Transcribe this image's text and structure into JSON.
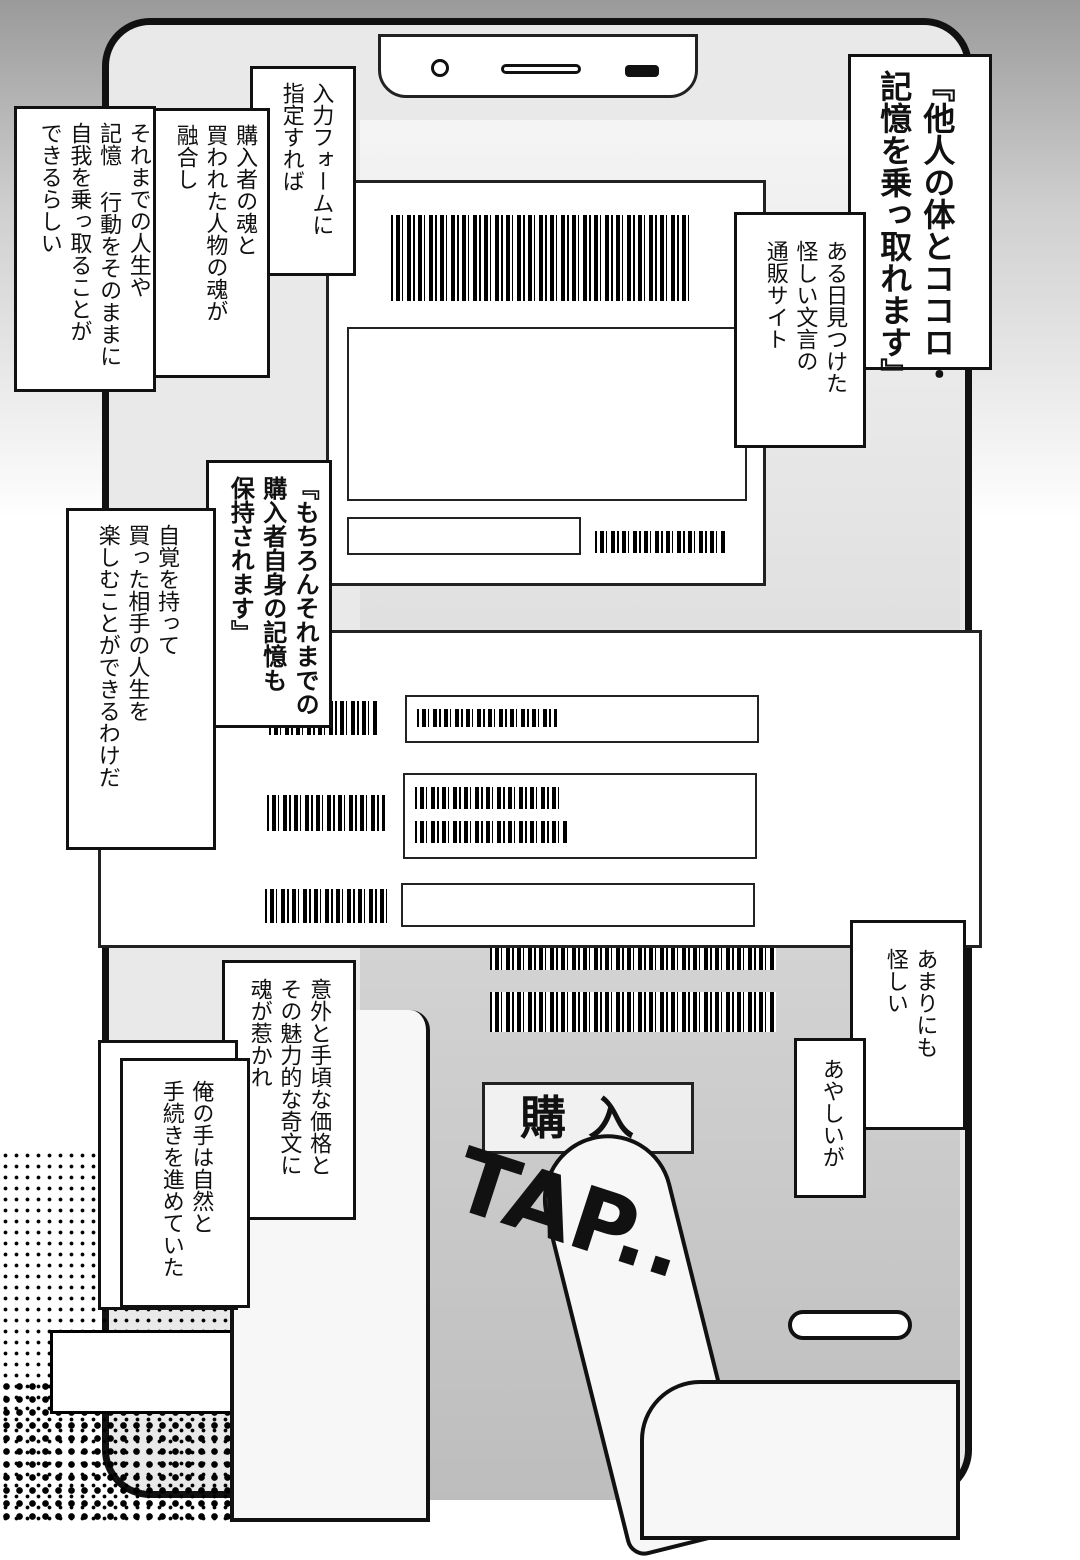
{
  "captions": {
    "mysterious_site": "『他人の体とココロ・\n記憶を乗っ取れます』",
    "found_site": "ある日見つけた\n怪しい文言の\n通販サイト",
    "input_form": "入力フォームに\n指定すれば",
    "soul_fusion": "購入者の魂と\n買われた人物の魂が\n融合し",
    "take_over": "それまでの人生や\n記憶 行動をそのままに\n自我を乗っ取ることが\nできるらしい",
    "memory_kept": "『もちろんそれまでの\n購入者自身の記憶も\n保持されます』",
    "aware": "自覚を持って\n買った相手の人生を\n楽しむことができるわけだ",
    "too_suspicious": "あまりにも\n怪しい",
    "dubious": "あやしいが",
    "reasonable_price": "意外と手頃な価格と\nその魅力的な奇文に\n魂が惹かれ",
    "my_hand": "俺の手は自然と\n手続きを進めていた"
  },
  "phone": {
    "buy_button_label": "購入"
  },
  "sfx": {
    "tap": "TAP.."
  }
}
